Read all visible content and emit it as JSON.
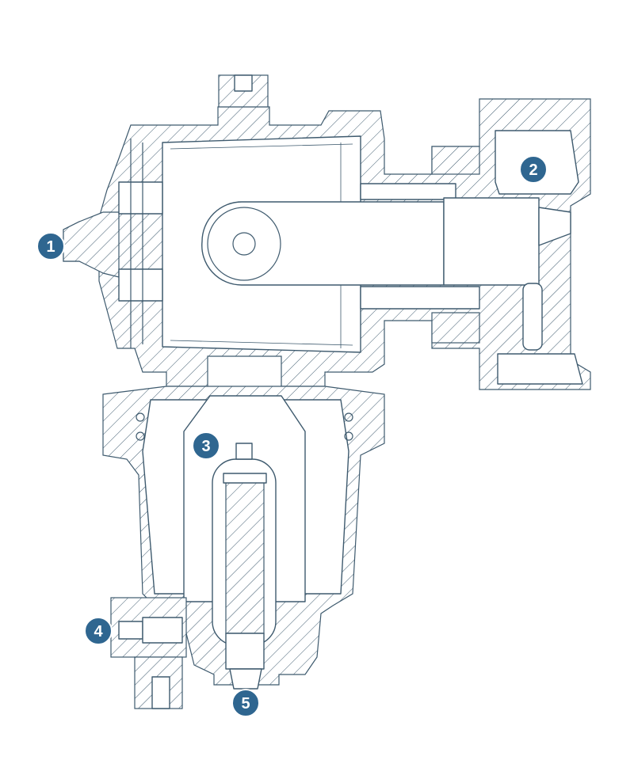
{
  "diagram": {
    "accent_color": "#2f6690",
    "line_color": "#3e5a6e",
    "callouts": [
      {
        "id": "1",
        "label": "1"
      },
      {
        "id": "2",
        "label": "2"
      },
      {
        "id": "3",
        "label": "3"
      },
      {
        "id": "4",
        "label": "4"
      },
      {
        "id": "5",
        "label": "5"
      }
    ]
  }
}
